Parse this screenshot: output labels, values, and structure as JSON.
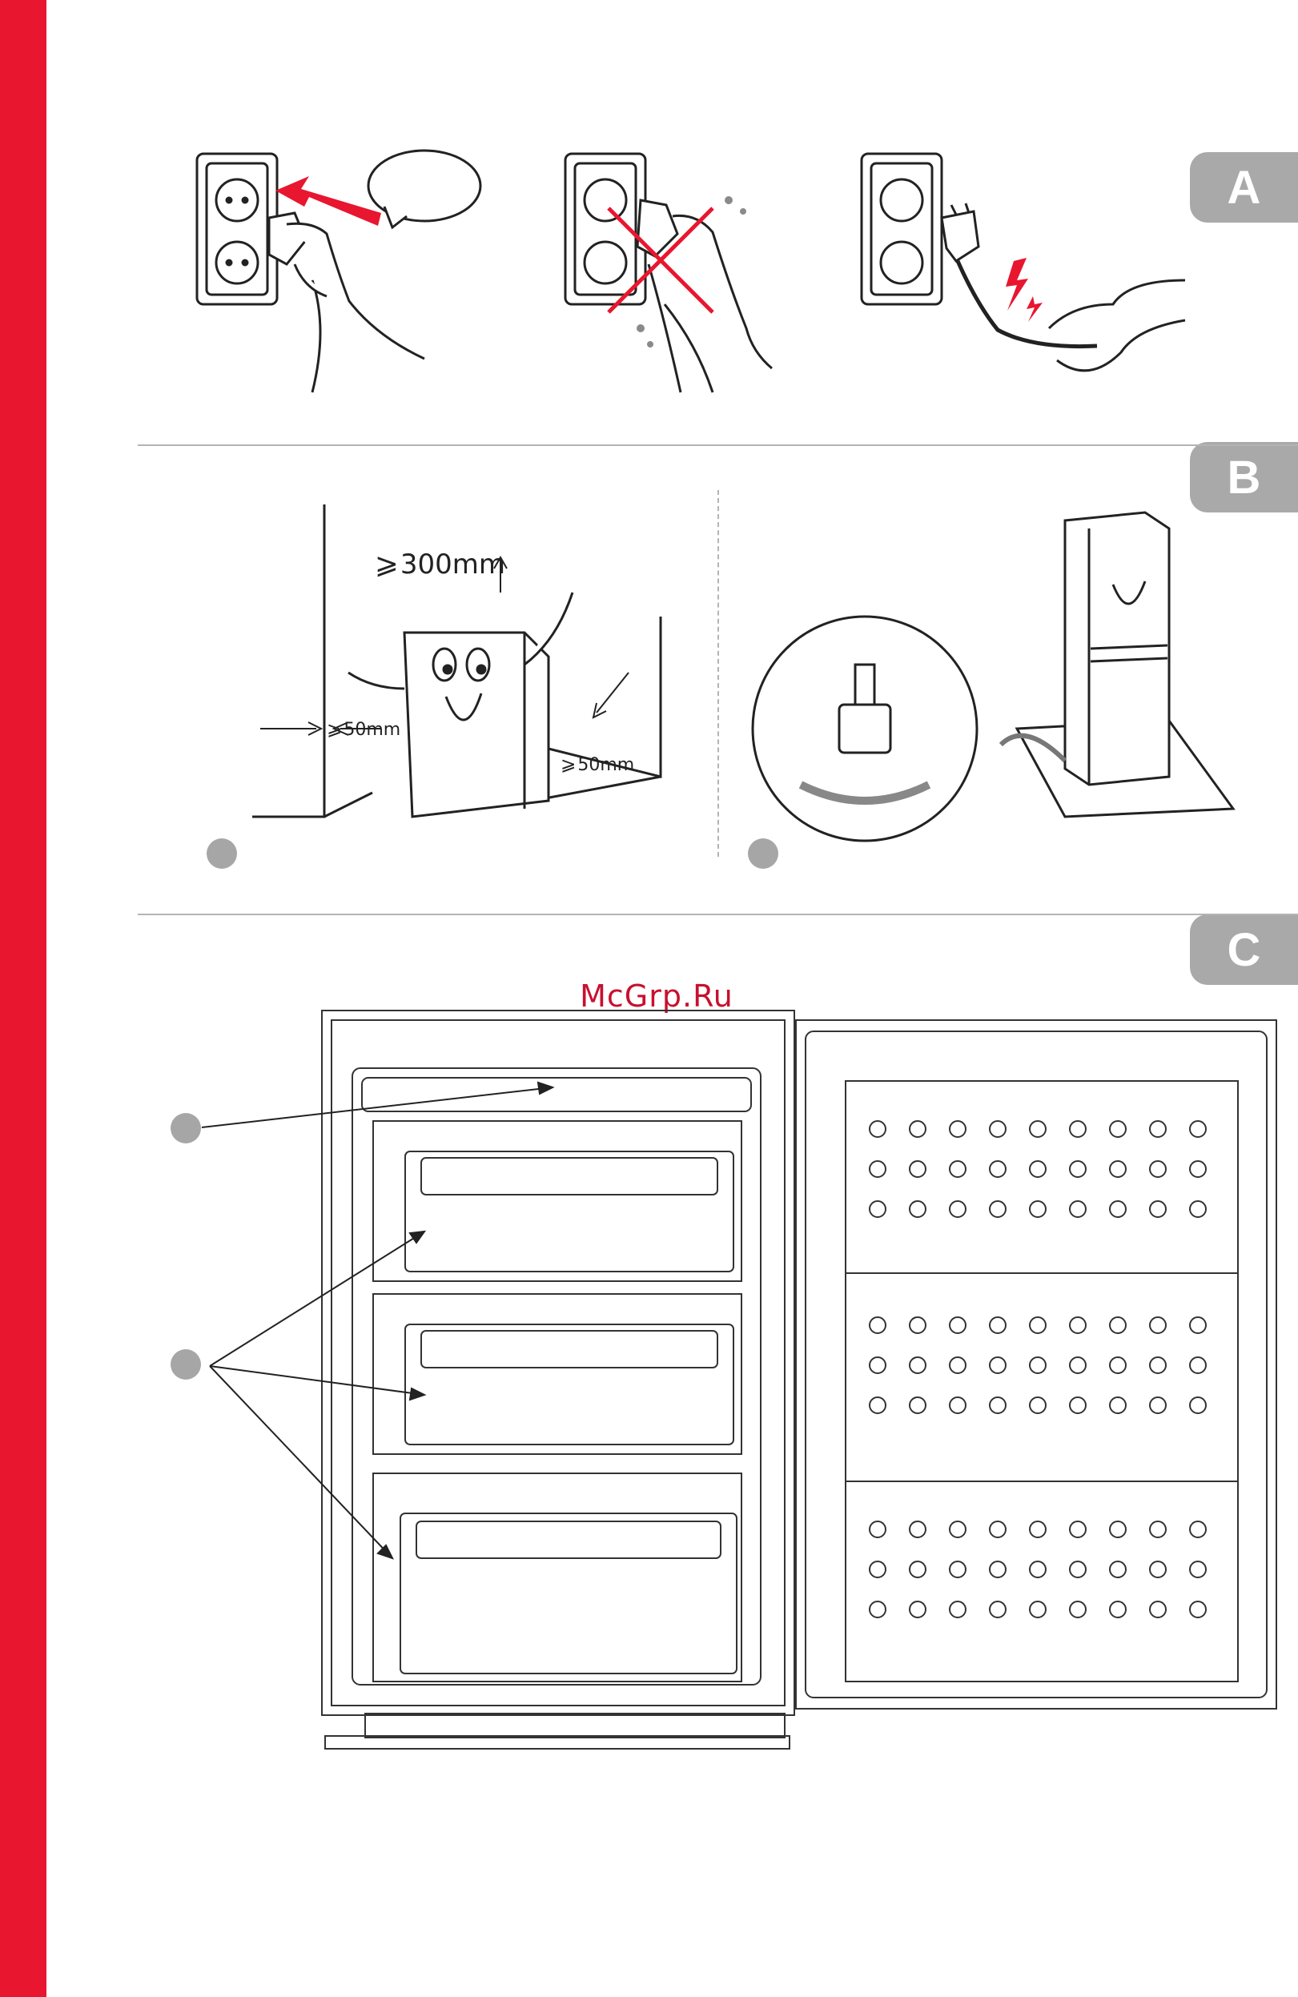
{
  "sections": [
    {
      "id": "A",
      "label": "A"
    },
    {
      "id": "B",
      "label": "B"
    },
    {
      "id": "C",
      "label": "C"
    }
  ],
  "section_b": {
    "clearance_top": "300mm",
    "clearance_side": "50mm",
    "clearance_back": "50mm",
    "ge_symbol": "⩾"
  },
  "watermark": "McGrp.Ru",
  "colors": {
    "brand_red": "#e8162f",
    "tab_gray": "#a9a9a9",
    "marker_gray": "#a6a6a6",
    "arrow_red": "#e8162f",
    "cross_red": "#e8162f",
    "spark_red": "#e8162f",
    "watermark_red": "#c8102e"
  },
  "icons": [
    "wall-socket-icon",
    "plug-icon",
    "hand-icon",
    "speech-bubble-icon",
    "cross-icon",
    "spark-icon",
    "leveling-foot-icon",
    "freezer-character-icon"
  ]
}
